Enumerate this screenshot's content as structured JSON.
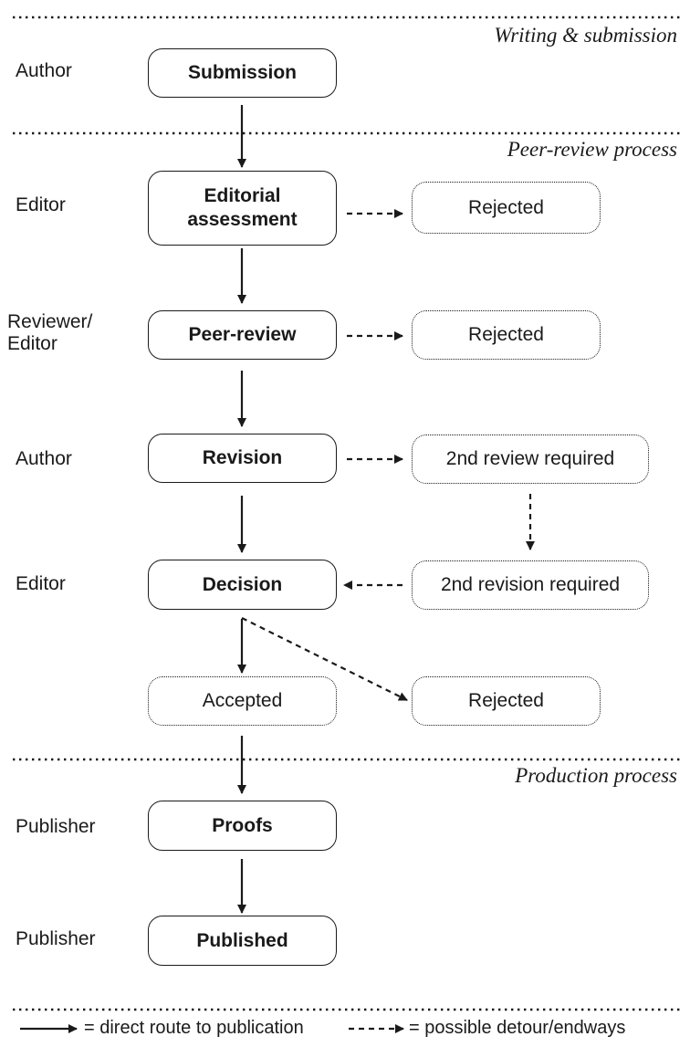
{
  "sections": {
    "writing": "Writing & submission",
    "peer_review": "Peer-review process",
    "production": "Production process"
  },
  "roles": {
    "submission": "Author",
    "editorial": "Editor",
    "peer_review_line1": "Reviewer/",
    "peer_review_line2": "Editor",
    "revision": "Author",
    "decision": "Editor",
    "proofs": "Publisher",
    "published": "Publisher"
  },
  "nodes": {
    "submission": "Submission",
    "editorial_line1": "Editorial",
    "editorial_line2": "assessment",
    "peer_review": "Peer-review",
    "revision": "Revision",
    "decision": "Decision",
    "accepted": "Accepted",
    "proofs": "Proofs",
    "published": "Published"
  },
  "outcomes": {
    "rejected_editorial": "Rejected",
    "rejected_peer_review": "Rejected",
    "second_review": "2nd review required",
    "second_revision": "2nd revision required",
    "rejected_decision": "Rejected"
  },
  "legend": {
    "direct": "= direct route to publication",
    "detour": "= possible detour/endways"
  }
}
